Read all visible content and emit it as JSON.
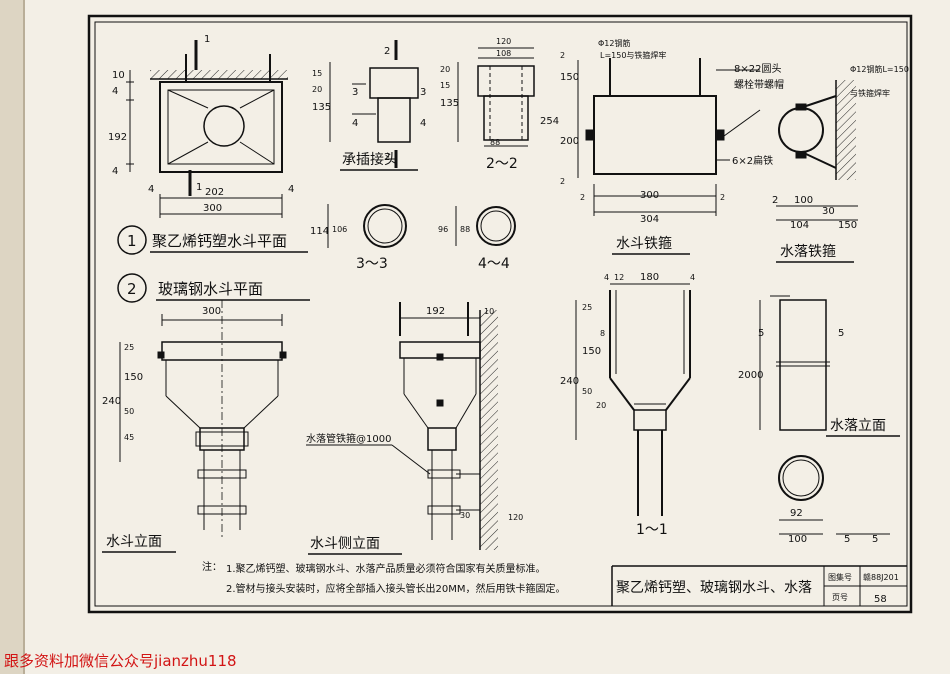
{
  "views": {
    "plan_pvc": "聚乙烯钙塑水斗平面",
    "plan_frp": "玻璃钢水斗平面",
    "socket": "承插接头",
    "sec22": "2～2",
    "sec33": "3～3",
    "sec44": "4～4",
    "hopper_hoop": "水斗铁箍",
    "pipe_hoop": "水落铁箍",
    "hopper_front": "水斗立面",
    "hopper_side": "水斗侧立面",
    "sec11": "1～1",
    "pipe_elev": "水落立面"
  },
  "circle_nums": {
    "n1": "1",
    "n2": "2"
  },
  "labels": {
    "rebar": "Φ12钢筋",
    "flat_l150": "L=150与铁箍焊牢",
    "bolt_size": "8×22圆头",
    "bolt_text": "螺栓带螺帽",
    "flat_iron": "6×2扁铁",
    "rebar_l150": "Φ12钢筋L=150",
    "weld": "与铁箍焊牢",
    "pipe_hoop_spacing": "水落管铁箍@1000"
  },
  "dims": {
    "d300": "300",
    "d202": "202",
    "d192": "192",
    "d10": "10",
    "d4": "4",
    "d120": "120",
    "d108": "108",
    "d20": "20",
    "d135": "135",
    "d15": "15",
    "d88": "88",
    "d114": "114",
    "d106": "106",
    "d96": "96",
    "d150": "150",
    "d254": "254",
    "d200": "200",
    "d2": "2",
    "d304": "304",
    "d100": "100",
    "d104": "104",
    "d30": "30",
    "d25": "25",
    "d240": "240",
    "d50": "50",
    "d45": "45",
    "d180": "180",
    "d12": "12",
    "d8": "8",
    "d5": "5",
    "d2000": "2000",
    "d92": "92"
  },
  "section_marks": {
    "m1": "1",
    "m2": "2",
    "m3": "3",
    "m4": "4"
  },
  "notes": {
    "head": "注：",
    "n1": "1.聚乙烯钙塑、玻璃钢水斗、水落产品质量必须符合国家有关质量标准。",
    "n2": "2.管材与接头安装时，应将全部插入接头管长出20MM，然后用铁卡箍固定。"
  },
  "title_block": {
    "title": "聚乙烯钙塑、玻璃钢水斗、水落",
    "atlas_label": "图集号",
    "atlas_value": "赣88J201",
    "page_label": "页号",
    "page_value": "58"
  },
  "footer": "跟多资料加微信公众号jianzhu118"
}
